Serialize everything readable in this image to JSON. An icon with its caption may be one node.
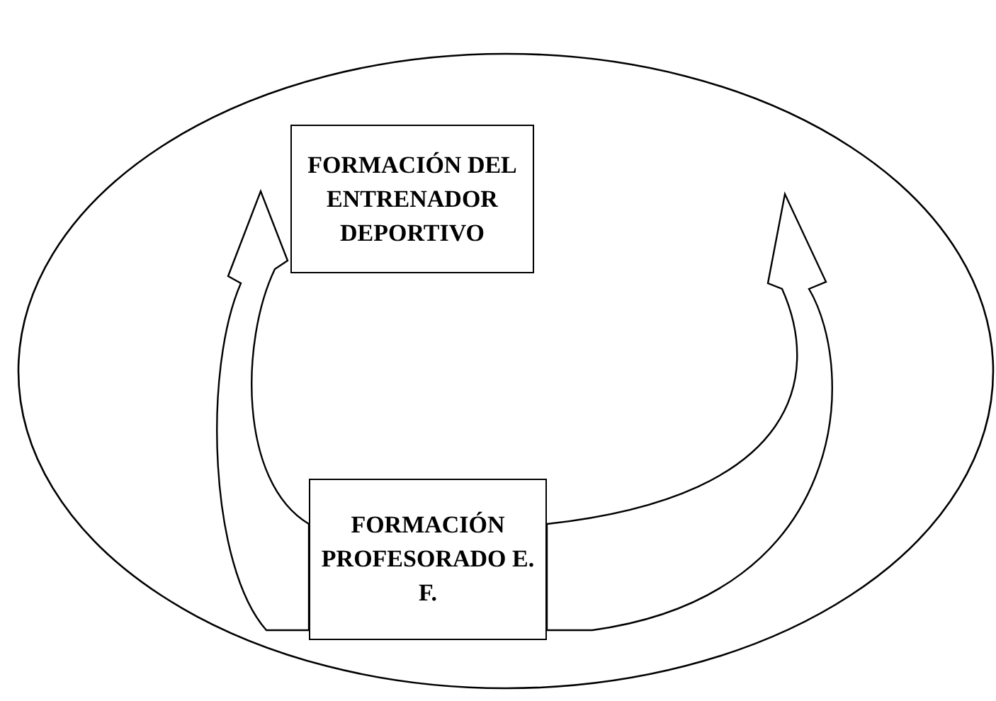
{
  "diagram": {
    "nodes": [
      {
        "text": [],
        "shape": "ellipse"
      },
      {
        "text": [
          "FORMACIÓN DEL ENTRENADOR DEPORTIVO"
        ],
        "in": 0
      },
      {
        "text": [
          "FORMACIÓN PROFESORADO E. F."
        ],
        "in": 0
      }
    ],
    "edges": [
      {
        "from": 2,
        "to": 1,
        "arrow": "to"
      },
      {
        "from": 2,
        "to": 1,
        "arrow": "to"
      }
    ]
  }
}
